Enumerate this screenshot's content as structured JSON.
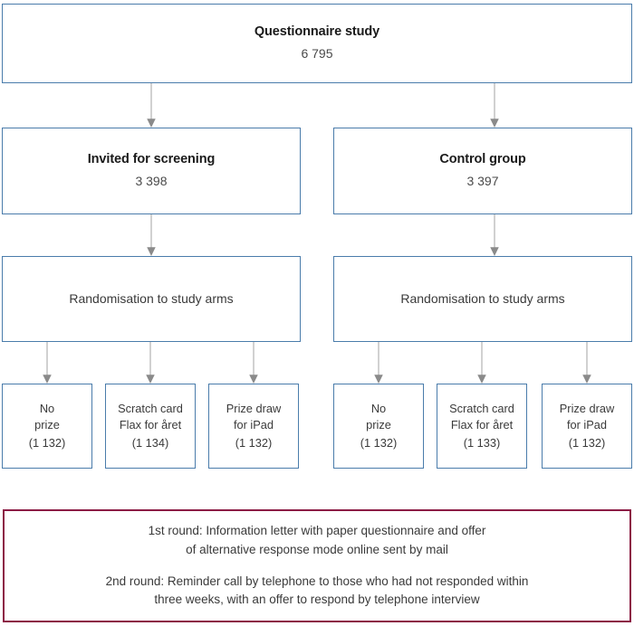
{
  "diagram": {
    "title": "Questionnaire study flow diagram",
    "colors": {
      "box_border": "#4a7cab",
      "footnote_border": "#8c1b44",
      "arrow": "#b3b3b3",
      "arrow_head": "#808080",
      "text": "#3a3a3a",
      "title_text": "#1a1a1a"
    },
    "top": {
      "title": "Questionnaire study",
      "count": "6 795"
    },
    "arms": [
      {
        "title": "Invited for screening",
        "count": "3 398"
      },
      {
        "title": "Control group",
        "count": "3 397"
      }
    ],
    "randomisation": [
      {
        "label": "Randomisation to study arms"
      },
      {
        "label": "Randomisation to study arms"
      }
    ],
    "allocation": [
      {
        "line1": "No",
        "line2": "prize",
        "count": "(1 132)"
      },
      {
        "line1": "Scratch card",
        "line2": "Flax for året",
        "count": "(1 134)"
      },
      {
        "line1": "Prize draw",
        "line2": "for iPad",
        "count": "(1 132)"
      },
      {
        "line1": "No",
        "line2": "prize",
        "count": "(1 132)"
      },
      {
        "line1": "Scratch card",
        "line2": "Flax for året",
        "count": "(1 133)"
      },
      {
        "line1": "Prize draw",
        "line2": "for iPad",
        "count": "(1 132)"
      }
    ],
    "footnote": {
      "round1_line1": "1st round: Information letter with paper questionnaire and offer",
      "round1_line2": "of alternative response mode online sent by mail",
      "round2_line1": "2nd round: Reminder call by telephone to those who had not responded within",
      "round2_line2": "three weeks, with an offer to respond by telephone interview"
    }
  }
}
